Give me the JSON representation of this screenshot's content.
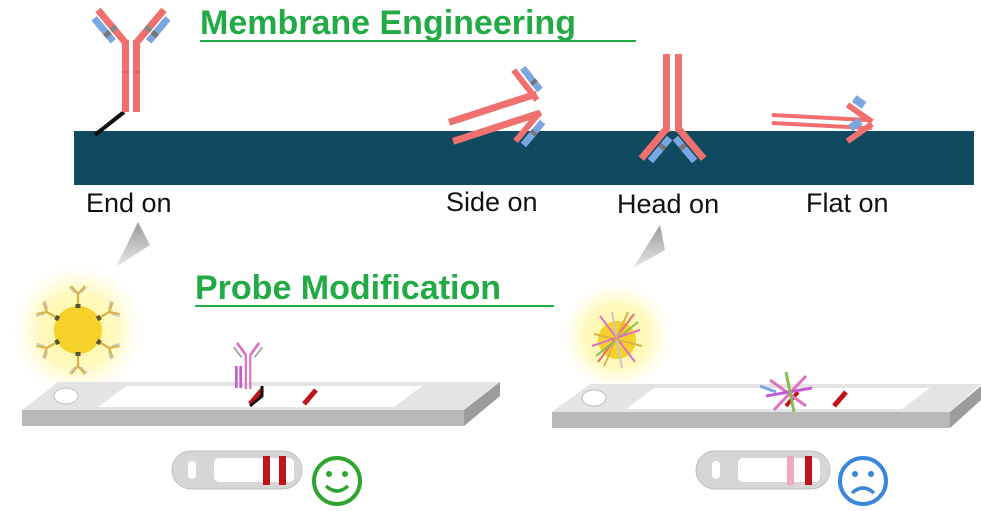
{
  "titles": {
    "membrane": "Membrane Engineering",
    "probe": "Probe Modification"
  },
  "orientations": [
    {
      "key": "end",
      "label": "End on"
    },
    {
      "key": "side",
      "label": "Side on"
    },
    {
      "key": "head",
      "label": "Head on"
    },
    {
      "key": "flat",
      "label": "Flat on"
    }
  ],
  "colors": {
    "title": "#22aa44",
    "membrane": "#0f4a61",
    "antibody_heavy": "#f07070",
    "antibody_light": "#7aa7e0",
    "linker": "#111111",
    "strip": "#bdbdbd",
    "test_line": "#c0141c",
    "faint_line": "#f0a8c0",
    "gold_glow": "#f6e23a",
    "happy_face": "#2fa52f",
    "sad_face": "#3a86d8"
  },
  "icons": {
    "left_result": "smiley-face-icon",
    "right_result": "sad-face-icon"
  }
}
